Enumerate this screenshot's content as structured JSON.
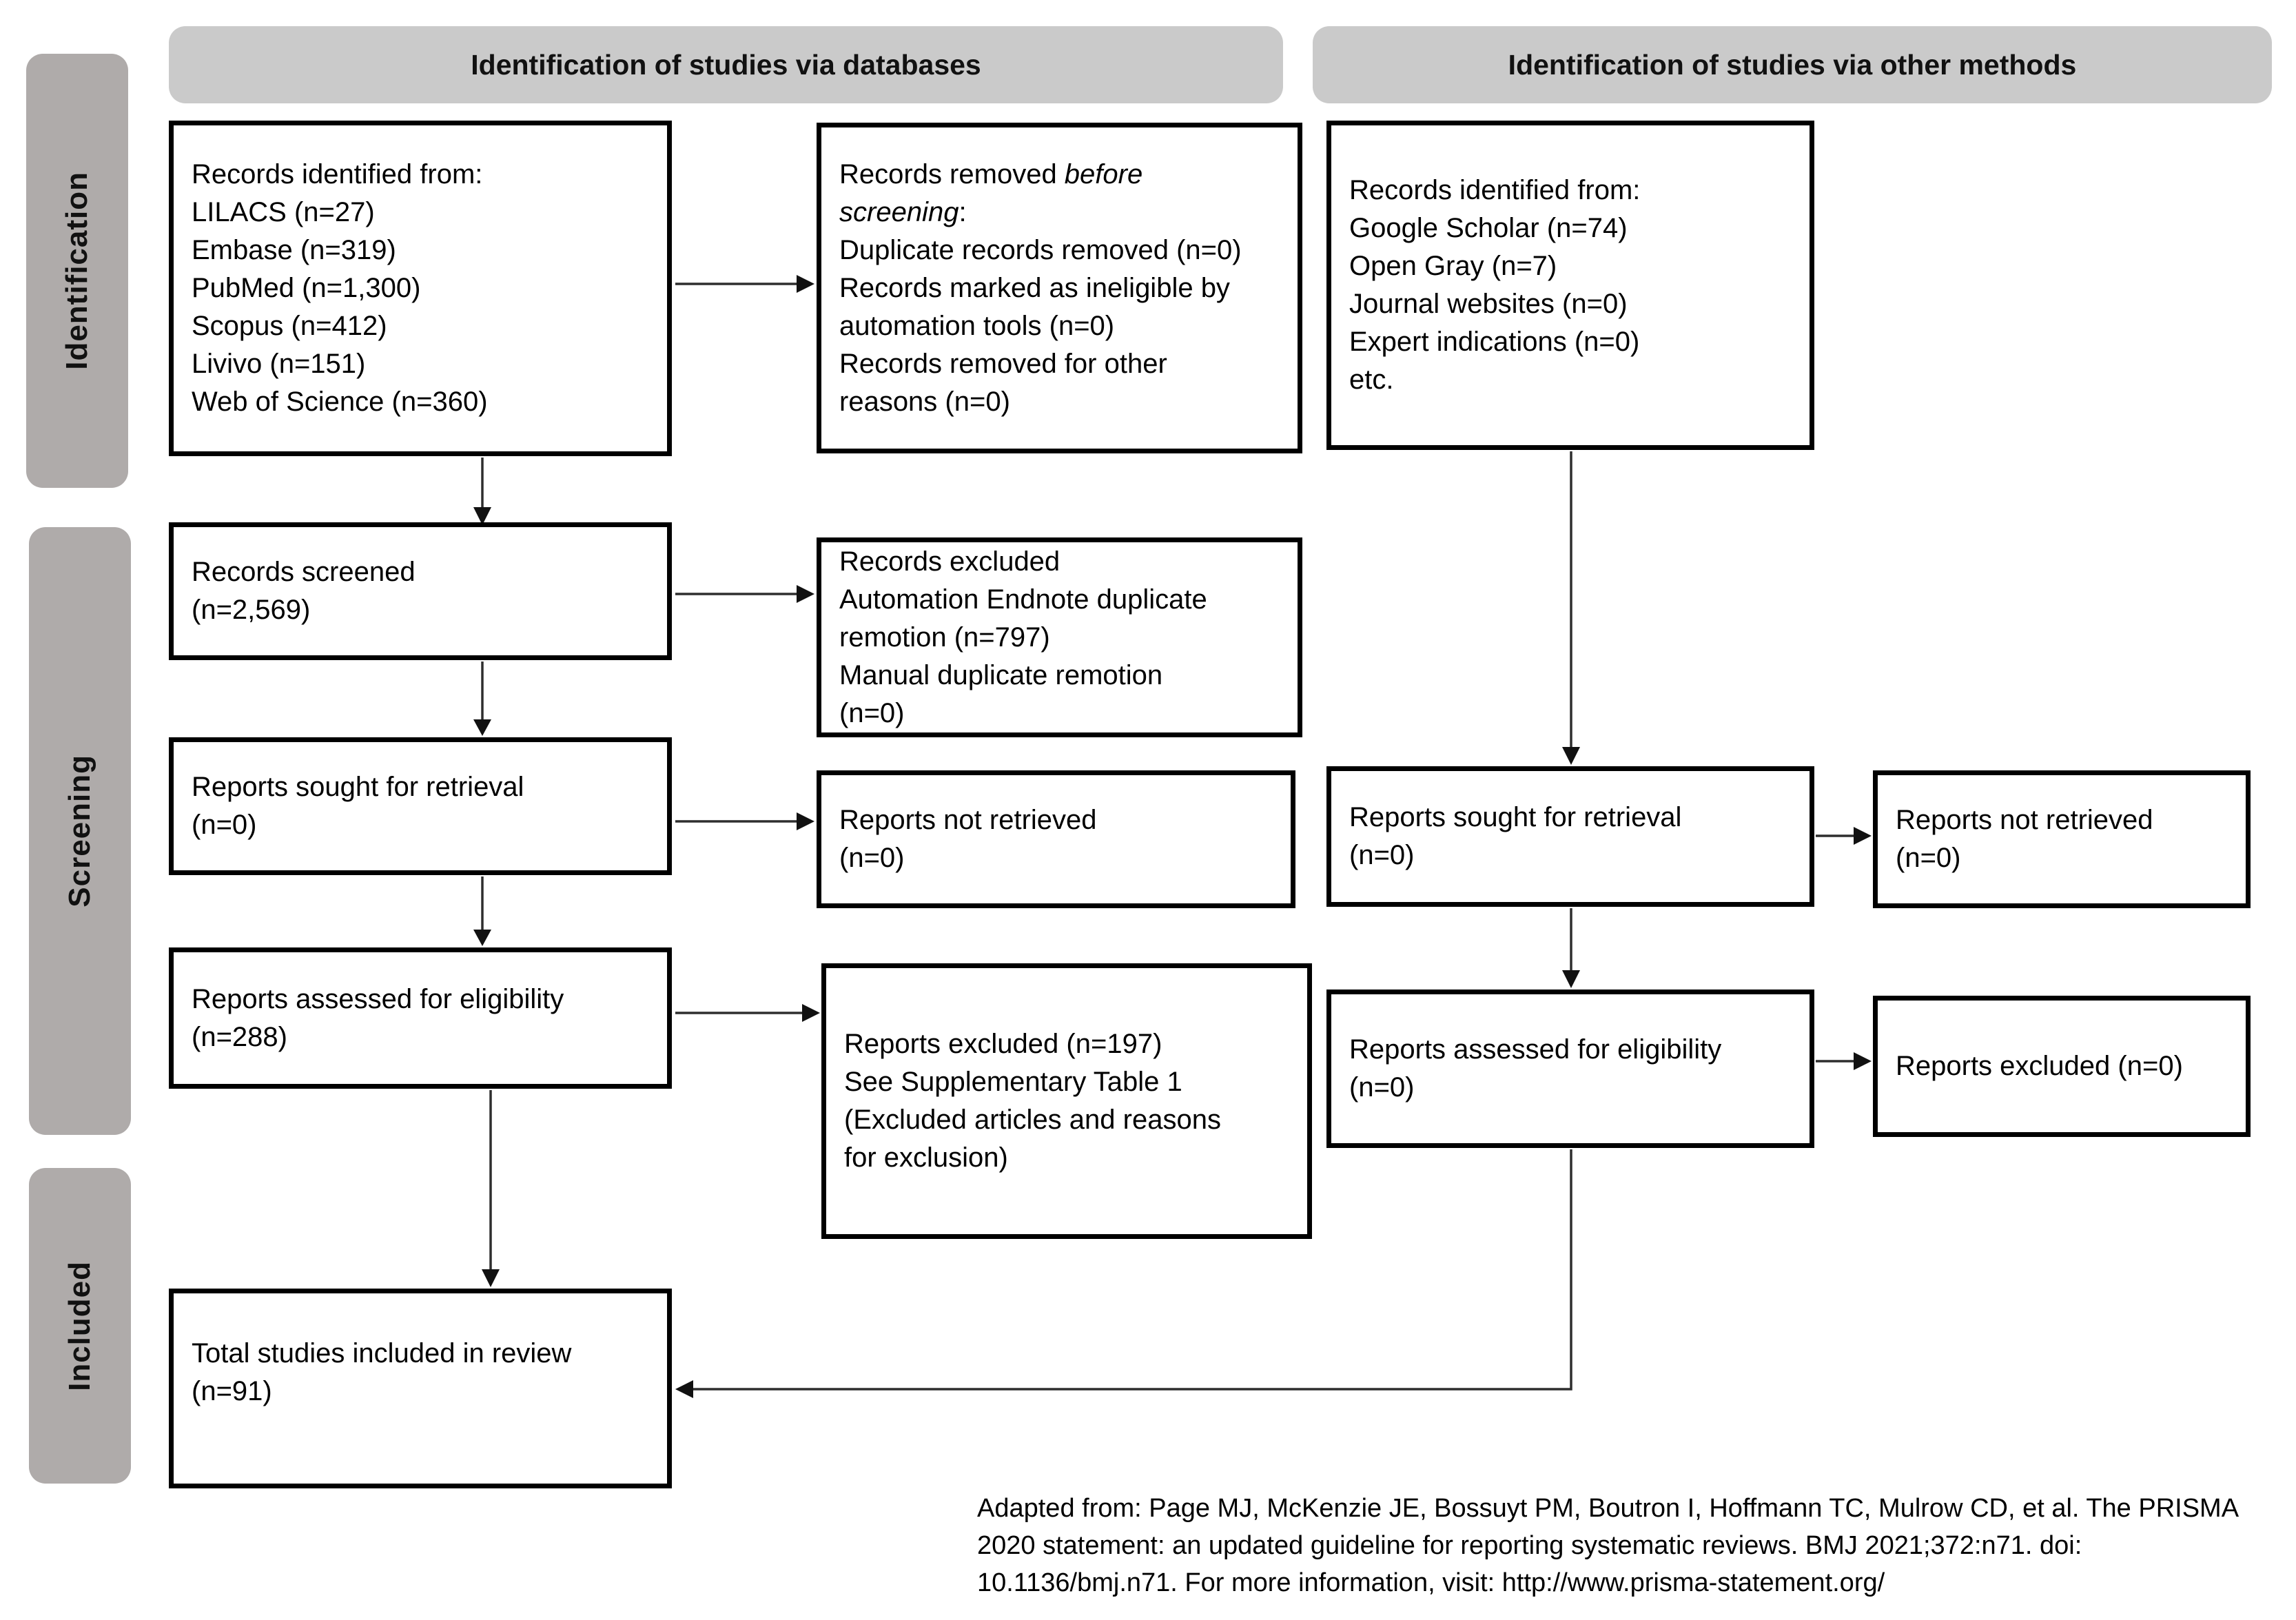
{
  "headers": {
    "databases": "Identification of studies via databases",
    "other_methods": "Identification of studies via other methods"
  },
  "stage_labels": {
    "identification": "Identification",
    "screening": "Screening",
    "included": "Included"
  },
  "colors": {
    "header_bg": "#cacaca",
    "stage_label_bg": "#afabaa",
    "box_border": "#000000",
    "arrow": "#2e2e2e"
  },
  "boxes": {
    "db_identified": {
      "lines": [
        "Records identified from:",
        "LILACS (n=27)",
        "Embase (n=319)",
        "PubMed (n=1,300)",
        "Scopus (n=412)",
        "Livivo (n=151)",
        "Web of Science (n=360)"
      ]
    },
    "records_removed": {
      "t1n": "Records removed ",
      "t1i": "before",
      "t2i": "screening",
      "t2s": ":",
      "lines": [
        "Duplicate records removed (n=0)",
        "Records marked as ineligible by",
        "automation tools (n=0)",
        "Records removed for other",
        "reasons (n=0)"
      ]
    },
    "other_identified": {
      "lines": [
        "Records identified from:",
        "Google Scholar (n=74)",
        "Open Gray (n=7)",
        "Journal websites (n=0)",
        "Expert indications (n=0)",
        "etc."
      ]
    },
    "records_screened": {
      "lines": [
        "Records screened",
        "(n=2,569)"
      ]
    },
    "records_excluded": {
      "lines": [
        "Records excluded",
        "Automation Endnote duplicate",
        "remotion (n=797)",
        "Manual duplicate remotion",
        "(n=0)"
      ]
    },
    "reports_sought_db": {
      "lines": [
        "Reports sought for retrieval",
        "(n=0)"
      ]
    },
    "reports_not_retrieved_db": {
      "lines": [
        "Reports not retrieved",
        "(n=0)"
      ]
    },
    "reports_sought_other": {
      "lines": [
        "Reports sought for retrieval",
        "(n=0)"
      ]
    },
    "reports_not_retrieved_other": {
      "lines": [
        "Reports not retrieved",
        "(n=0)"
      ]
    },
    "reports_assessed_db": {
      "lines": [
        "Reports assessed for eligibility",
        "(n=288)"
      ]
    },
    "reports_excluded_db": {
      "lines": [
        "Reports excluded (n=197)",
        "See Supplementary Table 1",
        "(Excluded articles and reasons",
        "for exclusion)"
      ]
    },
    "reports_assessed_other": {
      "lines": [
        "Reports assessed for eligibility",
        "(n=0)"
      ]
    },
    "reports_excluded_other": {
      "lines": [
        "Reports excluded (n=0)"
      ]
    },
    "total_included": {
      "lines": [
        "Total studies included in review",
        "(n=91)"
      ]
    }
  },
  "citation": {
    "lines": [
      "Adapted from: Page MJ, McKenzie JE, Bossuyt PM, Boutron I, Hoffmann TC, Mulrow CD, et al. The PRISMA",
      "2020 statement: an updated guideline for reporting systematic reviews. BMJ 2021;372:n71. doi:",
      "10.1136/bmj.n71. For more information, visit: http://www.prisma-statement.org/"
    ]
  }
}
